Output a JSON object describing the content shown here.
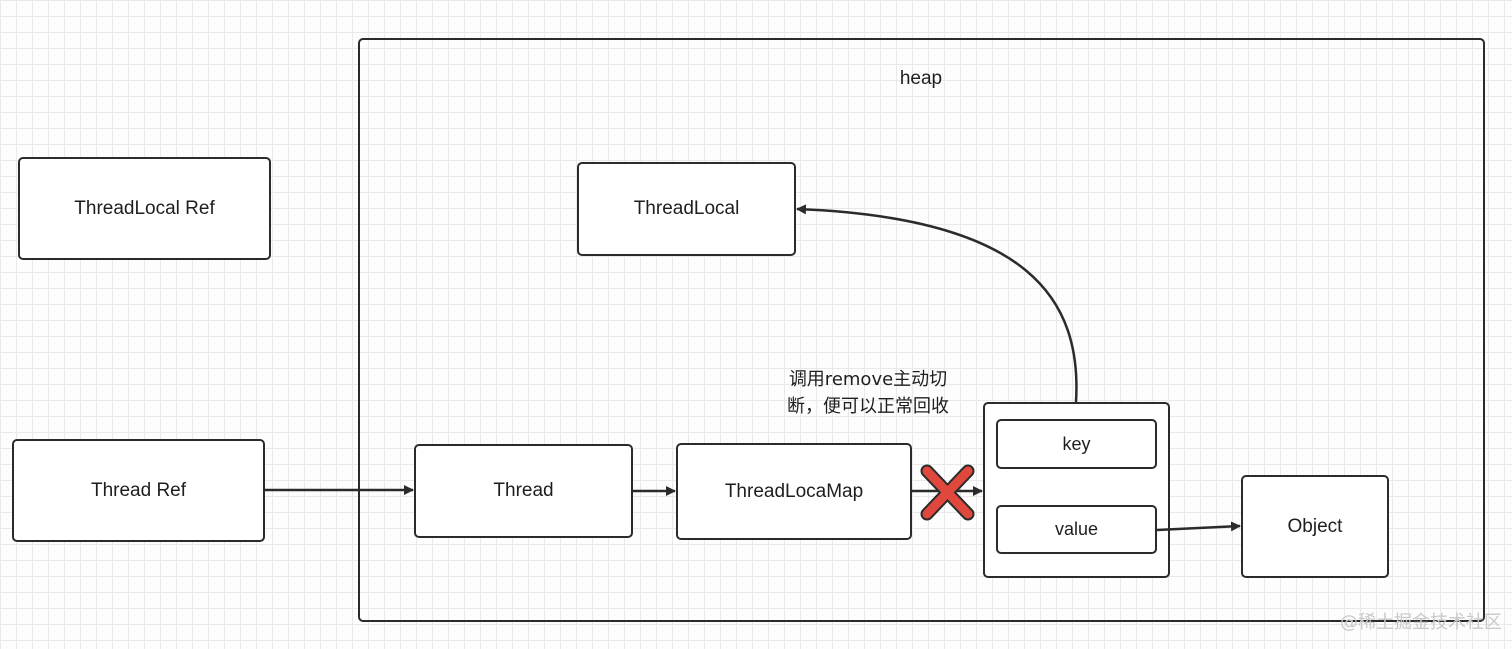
{
  "diagram": {
    "heap": {
      "label": "heap"
    },
    "nodes": {
      "threadlocal_ref": "ThreadLocal Ref",
      "thread_ref": "Thread Ref",
      "thread": "Thread",
      "threadlocal": "ThreadLocal",
      "threadlocalmap": "ThreadLocaMap",
      "key": "key",
      "value": "value",
      "object": "Object"
    },
    "annotation": {
      "line1": "调用remove主动切",
      "line2": "断，便可以正常回收"
    },
    "colors": {
      "stroke": "#2b2b2b",
      "cross": "#e0483e",
      "grid": "#e9e9e9"
    },
    "watermark": "@稀土掘金技术社区"
  }
}
